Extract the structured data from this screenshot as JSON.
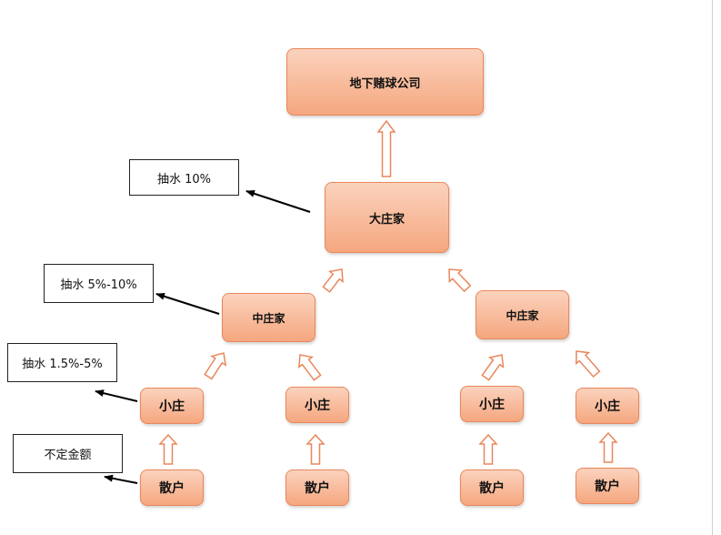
{
  "nodes": {
    "company": "地下赌球公司",
    "big_dealer": "大庄家",
    "mid_dealer_left": "中庄家",
    "mid_dealer_right": "中庄家",
    "small_dealer_1": "小庄",
    "small_dealer_2": "小庄",
    "small_dealer_3": "小庄",
    "small_dealer_4": "小庄",
    "bettor_1": "散户",
    "bettor_2": "散户",
    "bettor_3": "散户",
    "bettor_4": "散户"
  },
  "notes": {
    "big_dealer_cut": "抽水 10%",
    "mid_dealer_cut": "抽水 5%-10%",
    "small_dealer_cut": "抽水 1.5%-5%",
    "bettor_amount": "不定金额"
  },
  "colors": {
    "box_fill_top": "#fbd2bd",
    "box_fill_bottom": "#f5a77f",
    "box_border": "#e8875a",
    "arrow_outline": "#e8875a",
    "pointer_arrow": "#000000"
  }
}
